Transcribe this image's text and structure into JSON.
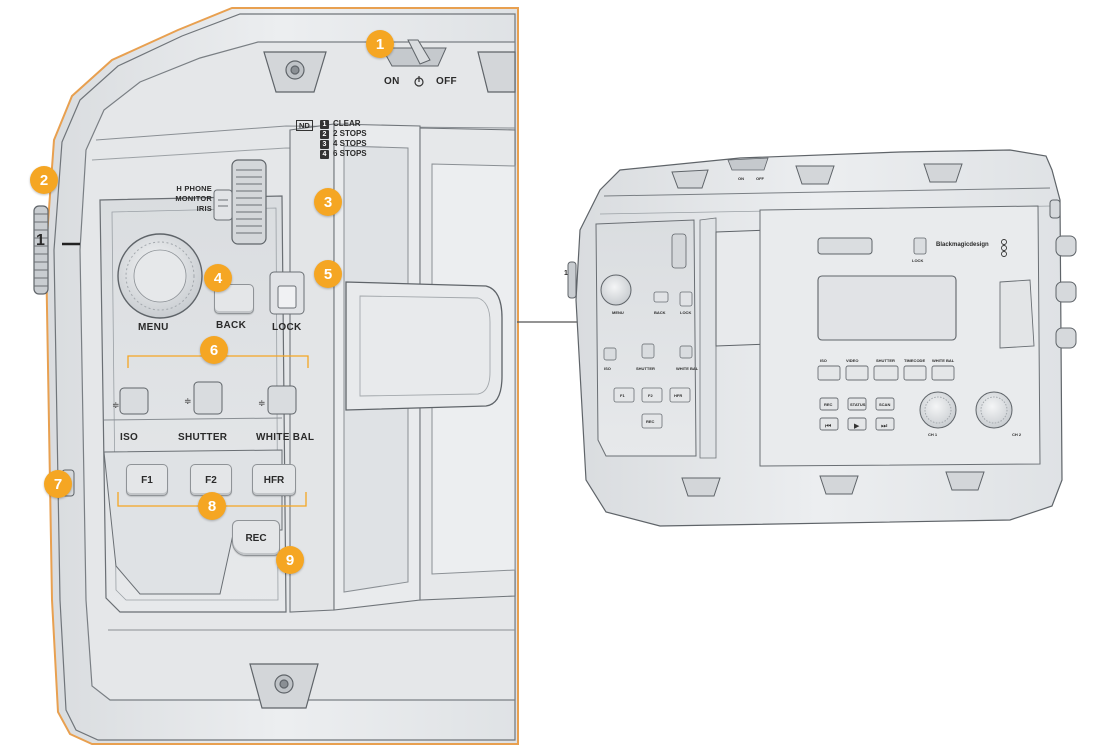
{
  "callouts": [
    "1",
    "2",
    "3",
    "4",
    "5",
    "6",
    "7",
    "8",
    "9"
  ],
  "power": {
    "on": "ON",
    "off": "OFF"
  },
  "nd": {
    "badge": "ND",
    "rows": [
      {
        "num": "1",
        "label": "CLEAR"
      },
      {
        "num": "2",
        "label": "2 STOPS"
      },
      {
        "num": "3",
        "label": "4 STOPS"
      },
      {
        "num": "4",
        "label": "6 STOPS"
      }
    ]
  },
  "wheel_label": [
    "H PHONE",
    "MONITOR",
    "IRIS"
  ],
  "dial_number": "1",
  "buttons": {
    "menu": "MENU",
    "back": "BACK",
    "lock": "LOCK",
    "f1": "F1",
    "f2": "F2",
    "hfr": "HFR",
    "rec": "REC"
  },
  "switches": {
    "iso": "ISO",
    "shutter": "SHUTTER",
    "white_bal": "WHITE BAL"
  },
  "brand": "Blackmagicdesign",
  "mini_panel": {
    "buttons": [
      "ISO",
      "VIDEO",
      "SHUTTER",
      "TIMECODE",
      "WHITE BAL"
    ],
    "transport_top": [
      "REC",
      "STATUS",
      "SCAN"
    ],
    "knob_labels": [
      "CH 1",
      "CH 2"
    ]
  },
  "colors": {
    "accent": "#f5a623",
    "body": "#e9ebed",
    "outline": "#555a5f",
    "border": "#e8a050"
  }
}
